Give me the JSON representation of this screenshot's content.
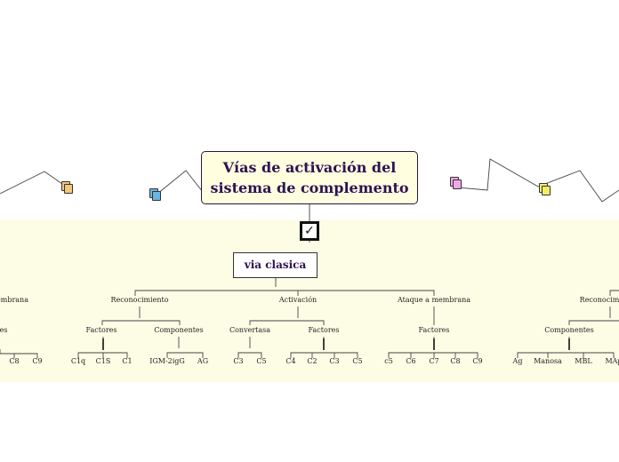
{
  "central_topic": {
    "line1": "Vías de activación del",
    "line2": "sistema de complemento"
  },
  "toggle_icon": "check-mark-icon",
  "main_branch": "via clasica",
  "groups": {
    "reconocimiento": "Reconocimiento",
    "activacion": "Activación",
    "ataque": "Ataque a membrana",
    "left_partial_membrana": "embrana",
    "left_partial_es": "es",
    "right_partial_reconoci": "Reconocim"
  },
  "subgroups": {
    "factores_1": "Factores",
    "componentes_1": "Componentes",
    "convertasa": "Convertasa",
    "factores_2": "Factores",
    "factores_3": "Factores",
    "componentes_right": "Componentes"
  },
  "leaves": {
    "left": [
      "C8",
      "C9"
    ],
    "factores_1": [
      "C1q",
      "C1S",
      "C1"
    ],
    "componentes_1": [
      "IGM-2igG",
      "AG"
    ],
    "convertasa": [
      "C3",
      "C5"
    ],
    "factores_2": [
      "C4",
      "C2",
      "C3",
      "C5"
    ],
    "factores_3": [
      "c5",
      "C6",
      "C7",
      "C8",
      "C9"
    ],
    "componentes_right": [
      "Ag",
      "Manosa",
      "MBL",
      "MAp"
    ]
  },
  "colors": {
    "central_fill": "#ffffe0",
    "central_text": "#2e1250",
    "band": "#fdfde6",
    "icon_orange": "#f2c77a",
    "icon_blue": "#6bb6e0",
    "icon_pink": "#f0a8e6",
    "icon_yellow": "#f5ec6a"
  }
}
